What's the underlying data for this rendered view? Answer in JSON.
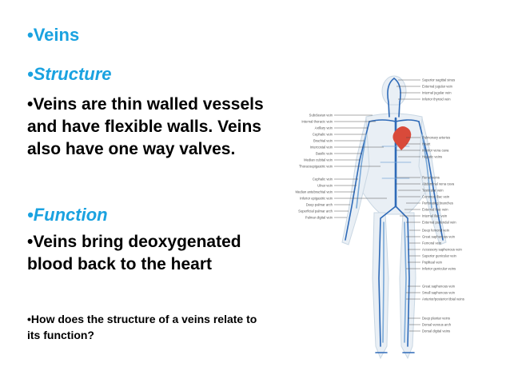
{
  "slide": {
    "heading_veins": "•Veins",
    "heading_structure": "•Structure",
    "structure_text": "•Veins are thin walled vessels and have flexible walls. Veins also have one way valves.",
    "heading_function": "•Function",
    "function_text": "•Veins bring deoxygenated blood back to the heart",
    "question_text": "•How does the structure of a veins relate to its function?"
  },
  "diagram": {
    "left_labels": [
      "Subclavian vein",
      "Internal thoracic vein",
      "Axillary vein",
      "Cephalic vein",
      "Brachial vein",
      "Intercostal vein",
      "Basilic vein",
      "Median cubital vein",
      "Thoracoepigastric vein",
      "Cephalic vein",
      "Ulnar vein",
      "Median antebrachial vein",
      "Inferior epigastric vein",
      "Deep palmar arch",
      "Superficial palmar arch",
      "Palmar digital vein"
    ],
    "right_labels": [
      "Superior sagittal sinus",
      "External jugular vein",
      "Internal jugular vein",
      "Inferior thyroid vein",
      "Pulmonary arteries",
      "Heart",
      "Inferior vena cava",
      "Hepatic veins",
      "Renal veins",
      "Abdominal vena cava",
      "Testicular vein",
      "Common iliac vein",
      "Perforating branches",
      "External iliac vein",
      "Internal iliac vein",
      "External pudendal vein",
      "Deep femoral vein",
      "Great saphenous vein",
      "Femoral vein",
      "Accessory saphenous vein",
      "Superior genicular vein",
      "Popliteal vein",
      "Inferior genicular veins",
      "Great saphenous vein",
      "Small saphenous vein",
      "Anterior/posterior tibial veins",
      "Deep plantar veins",
      "Dorsal venous arch",
      "Dorsal digital veins"
    ],
    "colors": {
      "vein": "#2e6ab8",
      "vein_light": "#7aa9d8",
      "heart": "#d94a3a",
      "body": "#c9d7e3",
      "body_fill": "#e9eff5",
      "accent": "#1aa2e0"
    }
  }
}
